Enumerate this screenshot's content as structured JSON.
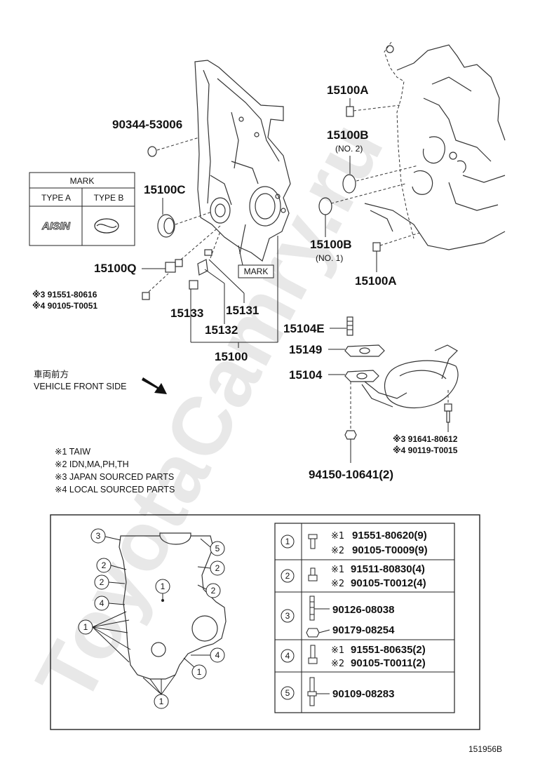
{
  "watermark": "ToyotaCamry.ru",
  "mark_table": {
    "header": "MARK",
    "type_a": "TYPE A",
    "type_b": "TYPE B",
    "logo_a": "AISIN"
  },
  "labels": {
    "p90344": "90344-53006",
    "p15100C": "15100C",
    "p15100Q": "15100Q",
    "p91551_80616": "※3 91551-80616",
    "p90105_T0051": "※4 90105-T0051",
    "p15133": "15133",
    "p15131": "15131",
    "p15132": "15132",
    "p15100": "15100",
    "mark": "MARK",
    "p15100A_top": "15100A",
    "p15100B_top": "15100B",
    "p15100B_top_sub": "(NO. 2)",
    "p15100B_bot": "15100B",
    "p15100B_bot_sub": "(NO. 1)",
    "p15100A_bot": "15100A",
    "p15104E": "15104E",
    "p15149": "15149",
    "p15104": "15104",
    "p91641": "※3 91641-80612",
    "p90119": "※4 90119-T0015",
    "p94150": "94150-10641(2)"
  },
  "vehicle_front": {
    "jp": "車両前方",
    "en": "VEHICLE FRONT SIDE"
  },
  "notes": [
    "※1 TAIW",
    "※2 IDN,MA,PH,TH",
    "※3 JAPAN SOURCED PARTS",
    "※4 LOCAL SOURCED PARTS"
  ],
  "bolt_table": [
    {
      "num": "1",
      "lines": [
        {
          "mark": "※1",
          "pn": "91551-80620(9)"
        },
        {
          "mark": "※2",
          "pn": "90105-T0009(9)"
        }
      ]
    },
    {
      "num": "2",
      "lines": [
        {
          "mark": "※1",
          "pn": "91511-80830(4)"
        },
        {
          "mark": "※2",
          "pn": "90105-T0012(4)"
        }
      ]
    },
    {
      "num": "3",
      "lines": [
        {
          "mark": "",
          "pn": "90126-08038"
        },
        {
          "mark": "",
          "pn": "90179-08254"
        }
      ]
    },
    {
      "num": "4",
      "lines": [
        {
          "mark": "※1",
          "pn": "91551-80635(2)"
        },
        {
          "mark": "※2",
          "pn": "90105-T0011(2)"
        }
      ]
    },
    {
      "num": "5",
      "lines": [
        {
          "mark": "",
          "pn": "90109-08283"
        }
      ]
    }
  ],
  "outline_callouts": [
    "3",
    "5",
    "2",
    "2",
    "2",
    "2",
    "4",
    "1",
    "1",
    "4",
    "1",
    "1"
  ],
  "figure_id": "151956B"
}
